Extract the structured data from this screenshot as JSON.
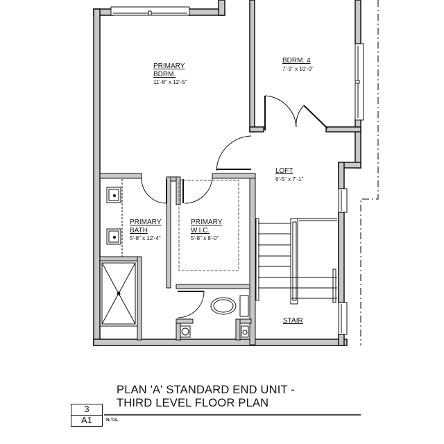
{
  "rooms": [
    {
      "id": "primary-bedroom",
      "name_line1": "PRIMARY",
      "name_line2": "BDRM.",
      "dimensions": "11'-8\" x 12'-5\""
    },
    {
      "id": "bedroom-4",
      "name_line1": "BDRM. 4",
      "dimensions": "7'-9\" x 10'-0\""
    },
    {
      "id": "loft",
      "name_line1": "LOFT",
      "dimensions": "6'-5\" x 7'-1\""
    },
    {
      "id": "primary-bath",
      "name_line1": "PRIMARY",
      "name_line2": "BATH",
      "dimensions": "5'-8\" x 12'-4\""
    },
    {
      "id": "primary-wic",
      "name_line1": "PRIMARY",
      "name_line2": "W.I.C.",
      "dimensions": "5'-8\" x 8'-0\""
    },
    {
      "id": "stair",
      "name_line1": "STAIR"
    }
  ],
  "title_block": {
    "title_line1": "PLAN 'A' STANDARD END UNIT -",
    "title_line2": "THIRD LEVEL FLOOR PLAN",
    "detail_number": "3",
    "sheet_number": "A1",
    "scale_note": "N.T.S."
  },
  "colors": {
    "wall_fill": "#c8c8c8",
    "line": "#111111",
    "background": "#ffffff"
  }
}
